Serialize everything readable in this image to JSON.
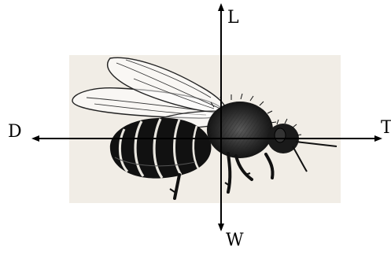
{
  "axes": {
    "up_label": "L",
    "left_label": "D",
    "right_label": "T",
    "down_label": "W"
  },
  "colors": {
    "paper": "#f1ede6",
    "ink": "#111111",
    "arrow": "#000000"
  },
  "illustration": {
    "subject": "bee-illustration-icon"
  }
}
